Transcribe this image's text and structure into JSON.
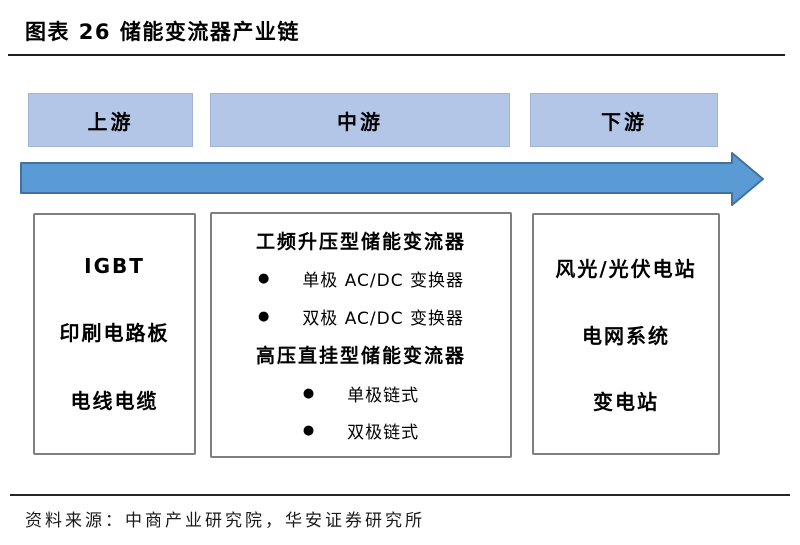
{
  "figure": {
    "title": "图表 26 储能变流器产业链",
    "source": "资料来源：中商产业研究院，华安证券研究所"
  },
  "glyphs": {
    "bullet": "●"
  },
  "colors": {
    "stage_fill": "#b4c6e7",
    "stage_border": "#9fb3d9",
    "arrow_fill": "#5b9bd5",
    "arrow_border": "#41719c",
    "content_box_border": "#7f7f7f",
    "rule_color": "#1f1f1f"
  },
  "stages": [
    {
      "label": "上游"
    },
    {
      "label": "中游"
    },
    {
      "label": "下游"
    }
  ],
  "columns": {
    "upstream": {
      "items": [
        "IGBT",
        "印刷电路板",
        "电线电缆"
      ]
    },
    "midstream": {
      "lines": [
        {
          "type": "heading",
          "text": "工频升压型储能变流器"
        },
        {
          "type": "bullet",
          "text": "单极 AC/DC 变换器"
        },
        {
          "type": "bullet",
          "text": "双极 AC/DC 变换器"
        },
        {
          "type": "heading",
          "text": "高压直挂型储能变流器"
        },
        {
          "type": "bullet",
          "text": "单极链式"
        },
        {
          "type": "bullet",
          "text": "双极链式"
        }
      ]
    },
    "downstream": {
      "items": [
        "风光/光伏电站",
        "电网系统",
        "变电站"
      ]
    }
  }
}
